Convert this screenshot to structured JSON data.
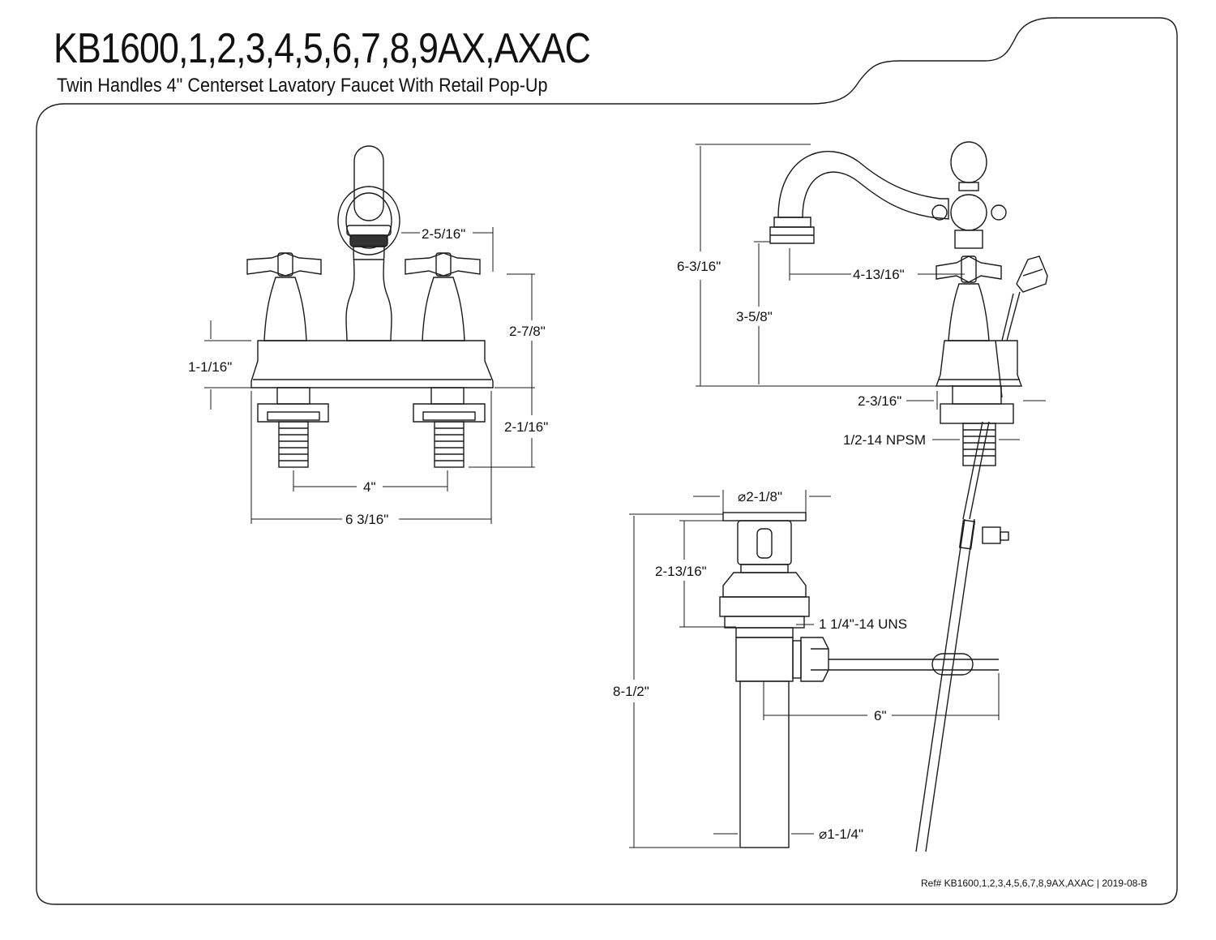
{
  "header": {
    "title": "KB1600,1,2,3,4,5,6,7,8,9AX,AXAC",
    "subtitle": "Twin Handles 4\" Centerset Lavatory Faucet With Retail Pop-Up"
  },
  "front_view": {
    "dims": {
      "spout_to_handle": "2-5/16\"",
      "handle_height": "2-7/8\"",
      "base_height": "1-1/16\"",
      "shank_length": "2-1/16\"",
      "center_spacing": "4\"",
      "overall_width": "6 3/16\""
    }
  },
  "side_view": {
    "dims": {
      "overall_height": "6-3/16\"",
      "spout_reach": "4-13/16\"",
      "spout_clearance": "3-5/8\"",
      "base_depth": "2-3/16\"",
      "thread": "1/2-14 NPSM"
    }
  },
  "drain_view": {
    "dims": {
      "flange_diameter": "⌀2-1/8\"",
      "body_height": "2-13/16\"",
      "drain_thread": "1 1/4\"-14 UNS",
      "overall_height": "8-1/2\"",
      "rod_length": "6\"",
      "tail_diameter": "⌀1-1/4\""
    }
  },
  "footer": {
    "ref": "Ref# KB1600,1,2,3,4,5,6,7,8,9AX,AXAC | 2019-08-B"
  }
}
